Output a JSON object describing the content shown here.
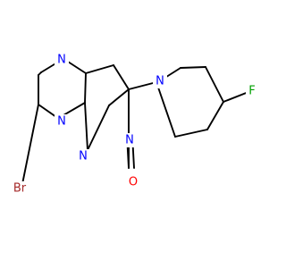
{
  "molecule": {
    "atoms": {
      "n1": "N",
      "n2": "N",
      "n3": "N",
      "n4": "N",
      "n5": "N",
      "o1": "O",
      "br": "Br",
      "f": "F"
    },
    "colors": {
      "bond": "#000000",
      "nitrogen": "#0000ff",
      "oxygen": "#ff0000",
      "bromine": "#a52a2a",
      "fluorine": "#00a000",
      "background": "#ffffff"
    }
  }
}
